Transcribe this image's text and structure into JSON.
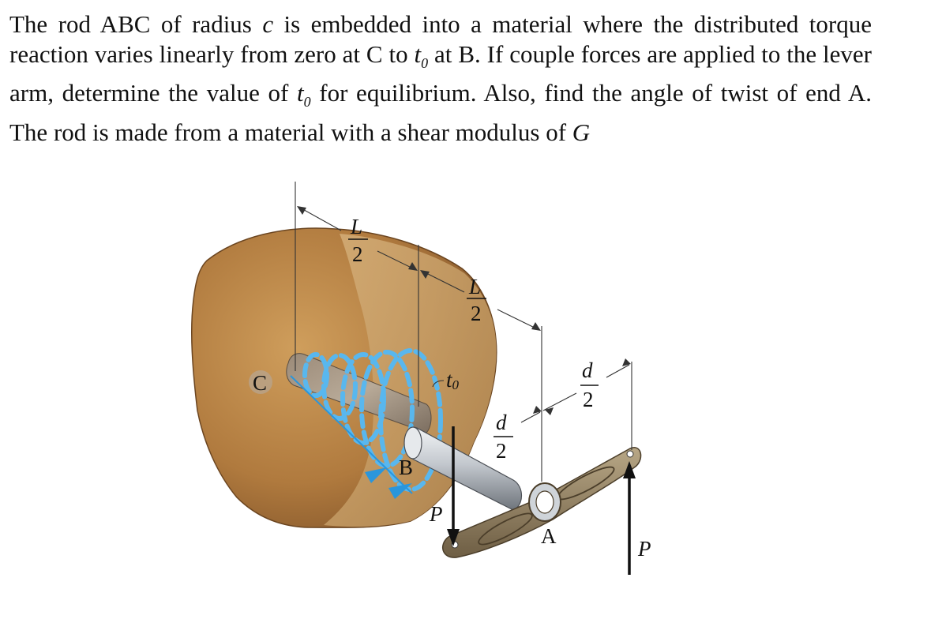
{
  "problem": {
    "s1": "The rod ABC of radius ",
    "c": "c",
    "s2": " is embedded into a material where the distributed torque reaction varies linearly from zero at C to ",
    "t0a": "t",
    "t0a_sub": "0",
    "s3": " at B. If couple forces are applied to the lever arm, determine the value of ",
    "t0b": "t",
    "t0b_sub": "0",
    "s4": " for equilibrium. Also, find the angle of twist of end A. The rod is made from a material with a shear modulus of ",
    "G": "G"
  },
  "figure": {
    "labels": {
      "C": "C",
      "B": "B",
      "A": "A",
      "P_left": "P",
      "P_right": "P",
      "t0": "t",
      "t0_sub": "0",
      "L": "L",
      "two": "2",
      "d": "d"
    },
    "colors": {
      "material": "#b98a4f",
      "material_dark": "#7a5226",
      "material_face": "#c9a36b",
      "rod": "#c8cdd3",
      "torque_arrows": "#59b7ee",
      "lever": "#8c7a5c"
    }
  }
}
